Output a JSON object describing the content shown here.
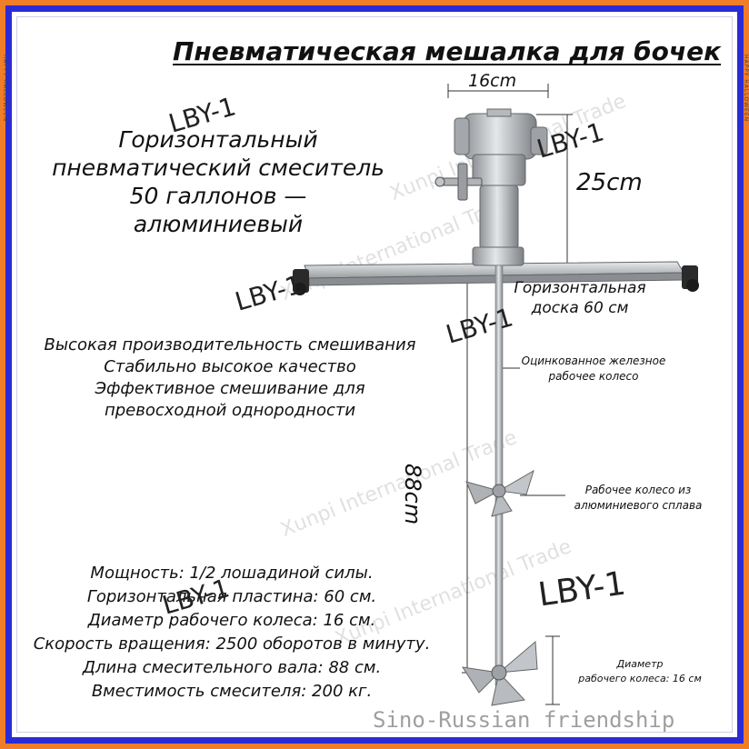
{
  "title": "Пневматическая мешалка для бочек",
  "headline": [
    "Горизонтальный",
    "пневматический смеситель",
    "50 галлонов —",
    "алюминиевый"
  ],
  "features": [
    "Высокая производительность смешивания",
    "Стабильно высокое качество",
    "Эффективное смешивание для",
    "превосходной однородности"
  ],
  "specs": [
    "Мощность: 1/2 лошадиной силы.",
    "Горизонтальная пластина: 60 см.",
    "Диаметр рабочего колеса: 16 см.",
    "Скорость вращения: 2500 оборотов в минуту.",
    "Длина смесительного вала: 88 см.",
    "Вместимость смесителя: 200 кг."
  ],
  "dimensions": {
    "width_top": "16cm",
    "height_motor": "25cm",
    "shaft_length": "88cm"
  },
  "labels": {
    "horizontal_board": [
      "Горизонтальная",
      "доска 60 см"
    ],
    "galvanized_impeller": [
      "Оцинкованное железное",
      "рабочее колесо"
    ],
    "aluminum_impeller": [
      "Рабочее колесо из",
      "алюминиевого сплава"
    ],
    "impeller_diameter": [
      "Диаметр",
      "рабочего колеса: 16 см"
    ]
  },
  "watermarks": {
    "lby": "LBY-1",
    "company": "Xunpi International Trade",
    "footer": "Sino-Russian friendship",
    "side": "HAPPY HALLOWEEN"
  },
  "colors": {
    "outer_frame": "#f07d28",
    "inner_frame": "#2b2bd6",
    "text": "#111111",
    "metal": "#c9cccf"
  },
  "icons": [
    "air-valve-icon",
    "impeller-icon",
    "knob-icon"
  ]
}
